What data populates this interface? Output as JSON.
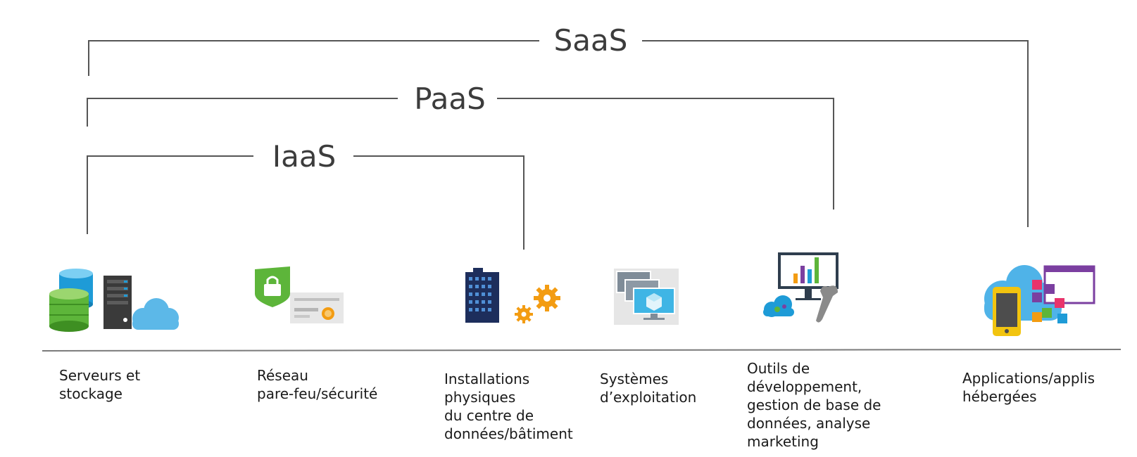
{
  "tiers": [
    {
      "id": "saas",
      "label": "SaaS"
    },
    {
      "id": "paas",
      "label": "PaaS"
    },
    {
      "id": "iaas",
      "label": "IaaS"
    }
  ],
  "items": [
    {
      "id": "servers",
      "icon": "database-server-cloud-icon",
      "caption": "Serveurs et\nstockage"
    },
    {
      "id": "network",
      "icon": "shield-lock-firewall-icon",
      "caption": "Réseau\npare-feu/sécurité"
    },
    {
      "id": "datacenter",
      "icon": "building-gears-icon",
      "caption": "Installations\nphysiques\ndu centre de\ndonnées/bâtiment"
    },
    {
      "id": "os",
      "icon": "virtual-machines-icon",
      "caption": "Systèmes\nd’exploitation"
    },
    {
      "id": "devtools",
      "icon": "monitor-chart-wrench-icon",
      "caption": "Outils de\ndéveloppement,\ngestion de base de\ndonnées, analyse\nmarketing"
    },
    {
      "id": "apps",
      "icon": "phone-apps-cloud-icon",
      "caption": "Applications/applis\nhébergées"
    }
  ],
  "colors": {
    "green": "#5db53a",
    "azure": "#1e9bd7",
    "orange": "#f39c12",
    "navy": "#1d2e5c",
    "purple": "#7b3fa0"
  }
}
